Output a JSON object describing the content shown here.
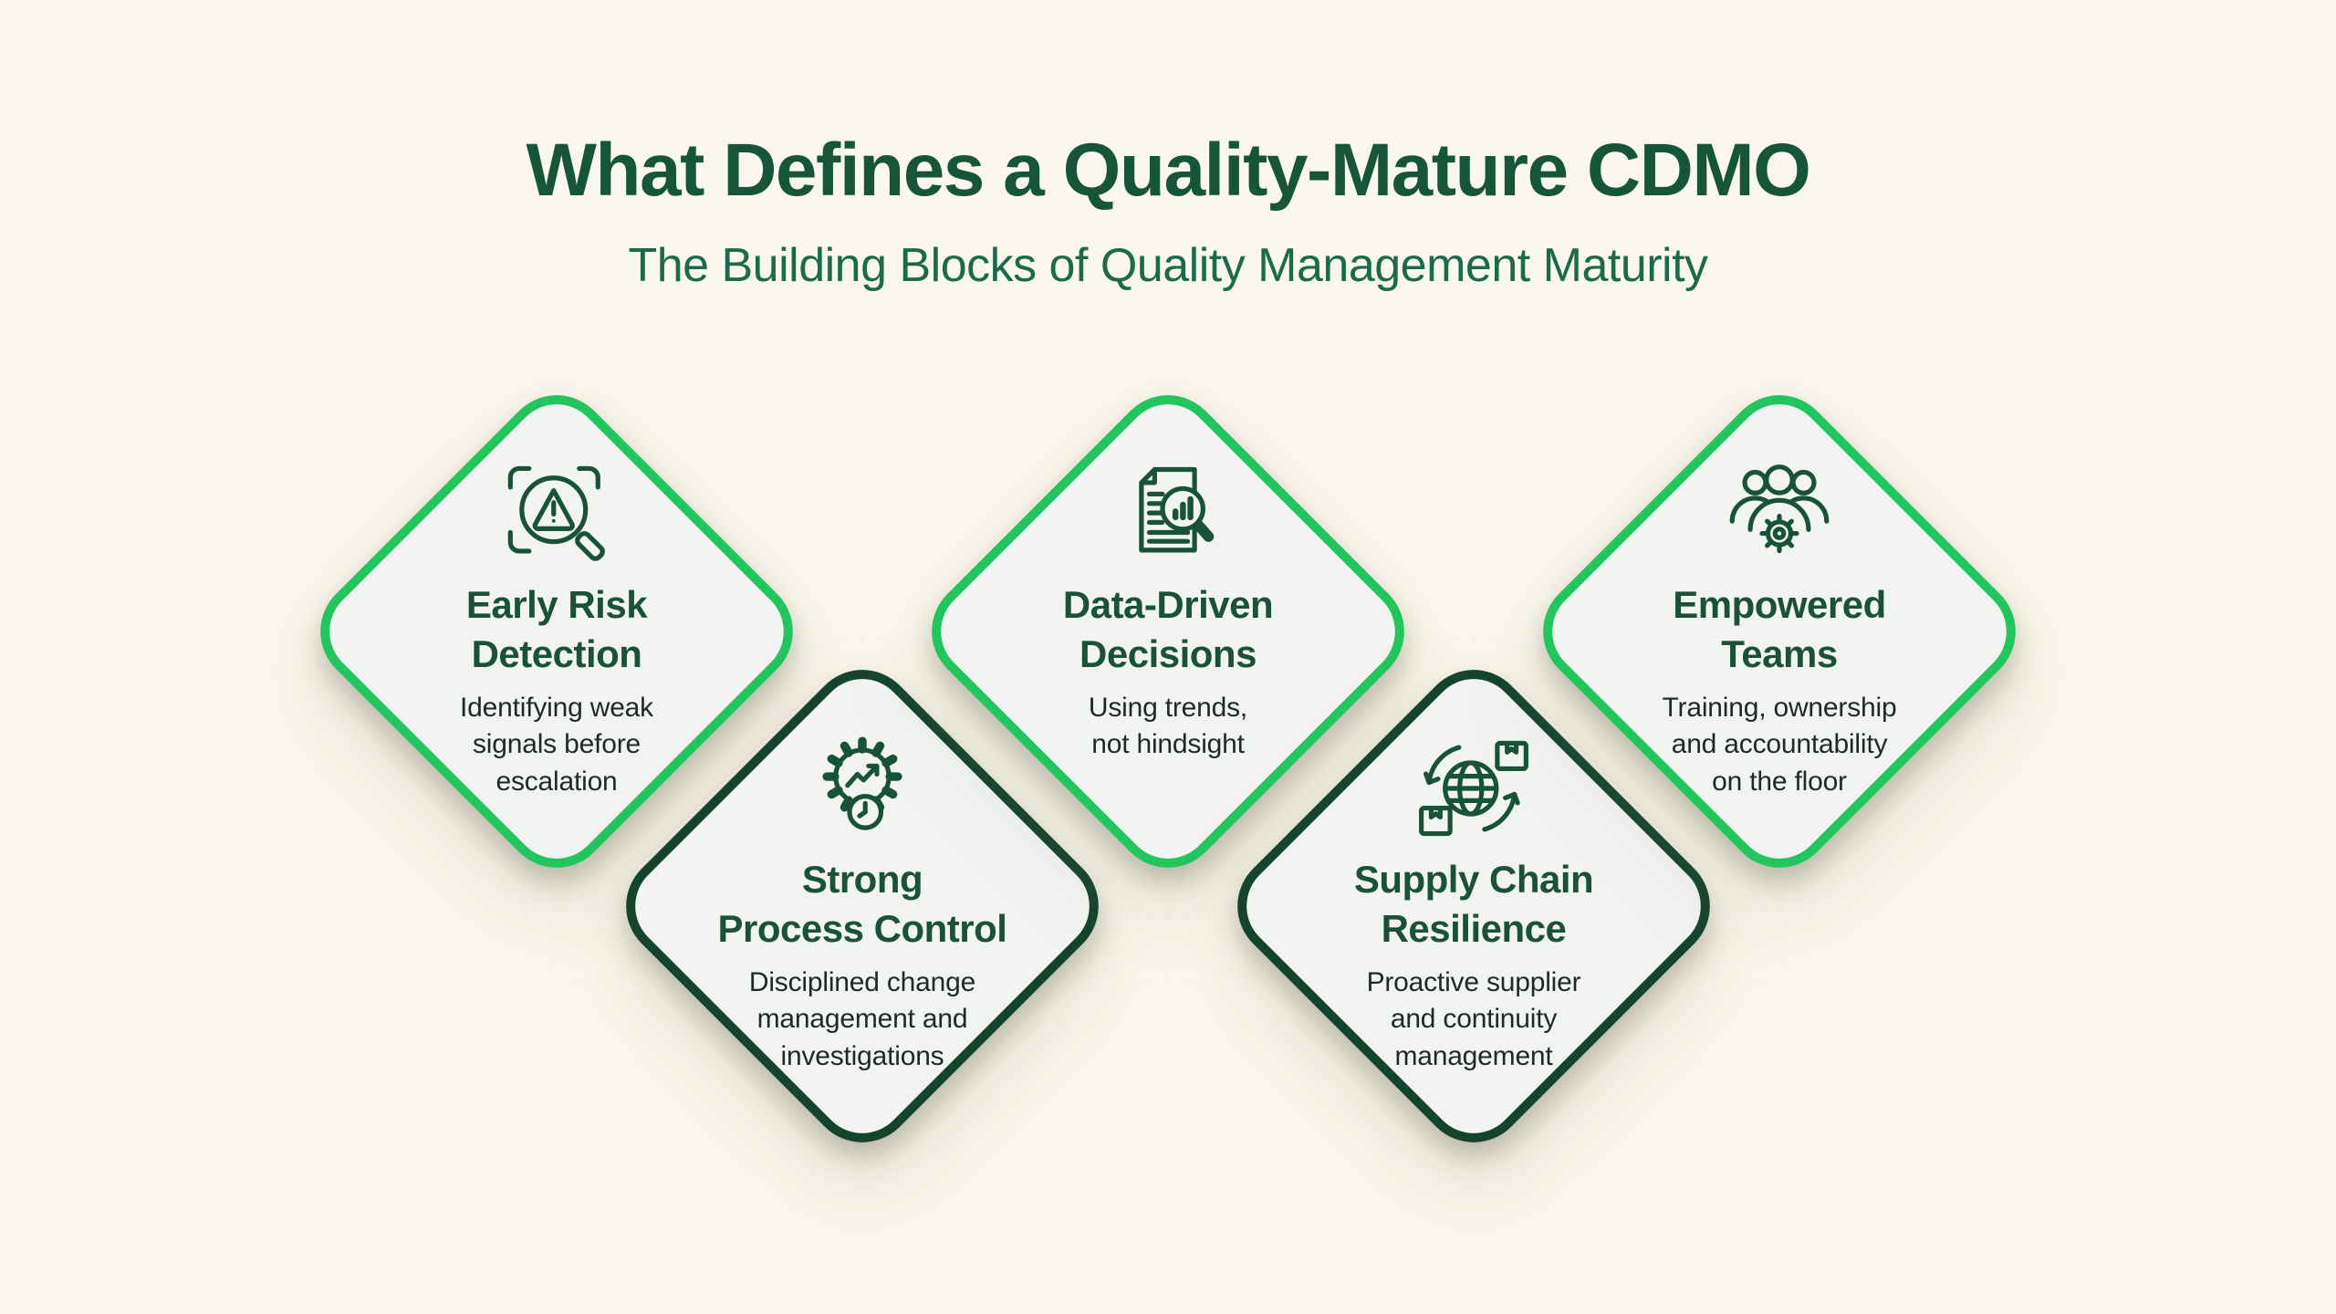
{
  "header": {
    "title": "What Defines a Quality-Mature CDMO",
    "subtitle": "The Building Blocks of Quality Management Maturity"
  },
  "colors": {
    "background": "#FAF8EC",
    "card_fill": "#F1F4F1",
    "accent_light_green": "#22C55E",
    "accent_dark_green": "#14432E",
    "title_green": "#17553B",
    "subtitle_green": "#1B6A4B",
    "card_title_green": "#1A5138",
    "description_text": "#1F2A24",
    "icon_stroke": "#175239"
  },
  "cards": [
    {
      "id": "early-risk-detection",
      "accent": "light",
      "icon": "risk-scan-icon",
      "title_lines": [
        "Early Risk",
        "Detection"
      ],
      "description_lines": [
        "Identifying weak",
        "signals before",
        "escalation"
      ]
    },
    {
      "id": "strong-process-control",
      "accent": "dark",
      "icon": "process-gear-icon",
      "title_lines": [
        "Strong",
        "Process Control"
      ],
      "description_lines": [
        "Disciplined change",
        "management and",
        "investigations"
      ]
    },
    {
      "id": "data-driven-decisions",
      "accent": "light",
      "icon": "document-analysis-icon",
      "title_lines": [
        "Data-Driven",
        "Decisions"
      ],
      "description_lines": [
        "Using trends,",
        "not hindsight"
      ]
    },
    {
      "id": "supply-chain-resilience",
      "accent": "dark",
      "icon": "globe-logistics-icon",
      "title_lines": [
        "Supply Chain",
        "Resilience"
      ],
      "description_lines": [
        "Proactive supplier",
        "and continuity",
        "management"
      ]
    },
    {
      "id": "empowered-teams",
      "accent": "light",
      "icon": "team-gear-icon",
      "title_lines": [
        "Empowered",
        "Teams"
      ],
      "description_lines": [
        "Training, ownership",
        "and accountability",
        "on the floor"
      ]
    }
  ]
}
